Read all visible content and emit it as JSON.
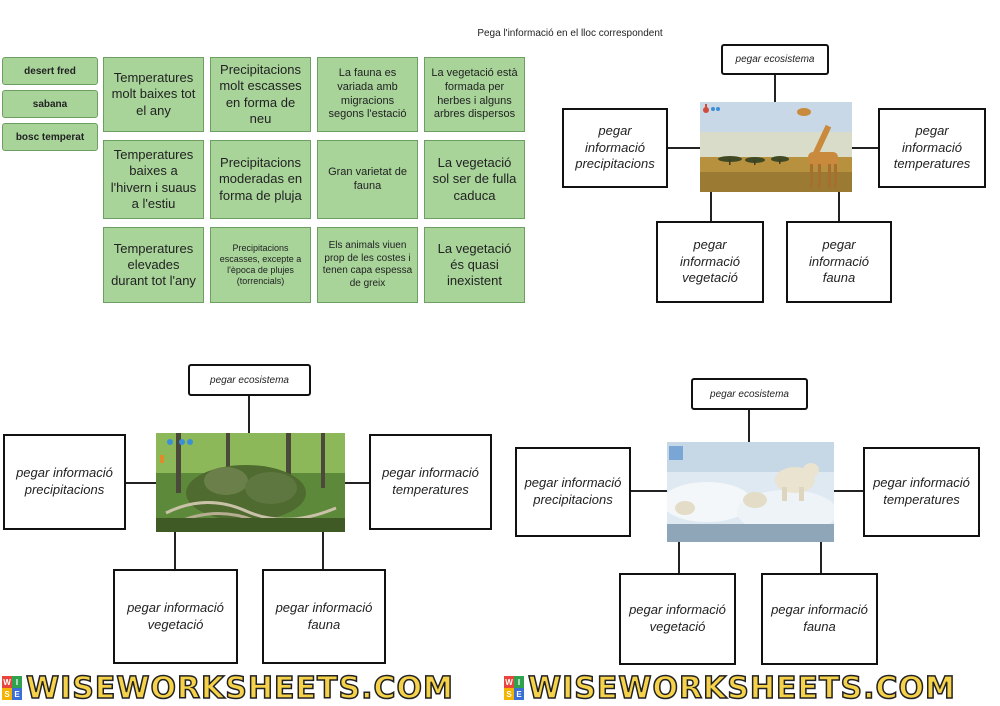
{
  "header": {
    "instruction": "Pega l'informació en el lloc correspondent"
  },
  "labels": [
    "desert fred",
    "sabana",
    "bosc temperat"
  ],
  "info_tiles": [
    "Temperatures molt baixes tot el any",
    "Precipitacions molt escasses en forma de neu",
    "La fauna es variada amb migracions segons l'estació",
    "La vegetació està formada per herbes i alguns arbres dispersos",
    "Temperatures baixes a l'hivern i suaus a l'estiu",
    "Precipitacions moderadas en forma de pluja",
    "Gran varietat de fauna",
    "La vegetació sol ser de fulla caduca",
    "Temperatures elevades durant tot l'any",
    "Precipitacions escasses, excepte a l'època de plujes (torrencials)",
    "Els animals viuen prop de les costes i tenen capa espessa de greix",
    "La vegetació és quasi inexistent"
  ],
  "diagrams": [
    {
      "ecosystem": "pegar ecosistema",
      "precipitation": "pegar informació precipitacions",
      "temperature": "pegar informació temperatures",
      "vegetation": "pegar informació vegetació",
      "fauna": "pegar informació fauna"
    },
    {
      "ecosystem": "pegar ecosistema",
      "precipitation": "pegar informació precipitacions",
      "temperature": "pegar informació temperatures",
      "vegetation": "pegar informació vegetació",
      "fauna": "pegar informació fauna"
    },
    {
      "ecosystem": "pegar ecosistema",
      "precipitation": "pegar informació precipitacions",
      "temperature": "pegar informació temperatures",
      "vegetation": "pegar informació vegetació",
      "fauna": "pegar informació fauna"
    }
  ],
  "watermark": {
    "text": "WISEWORKSHEETS.COM",
    "logo_letters": [
      "W",
      "I",
      "S",
      "E"
    ]
  },
  "colors": {
    "tile_green": "#a8d49a",
    "tile_border": "#6e9f62"
  }
}
